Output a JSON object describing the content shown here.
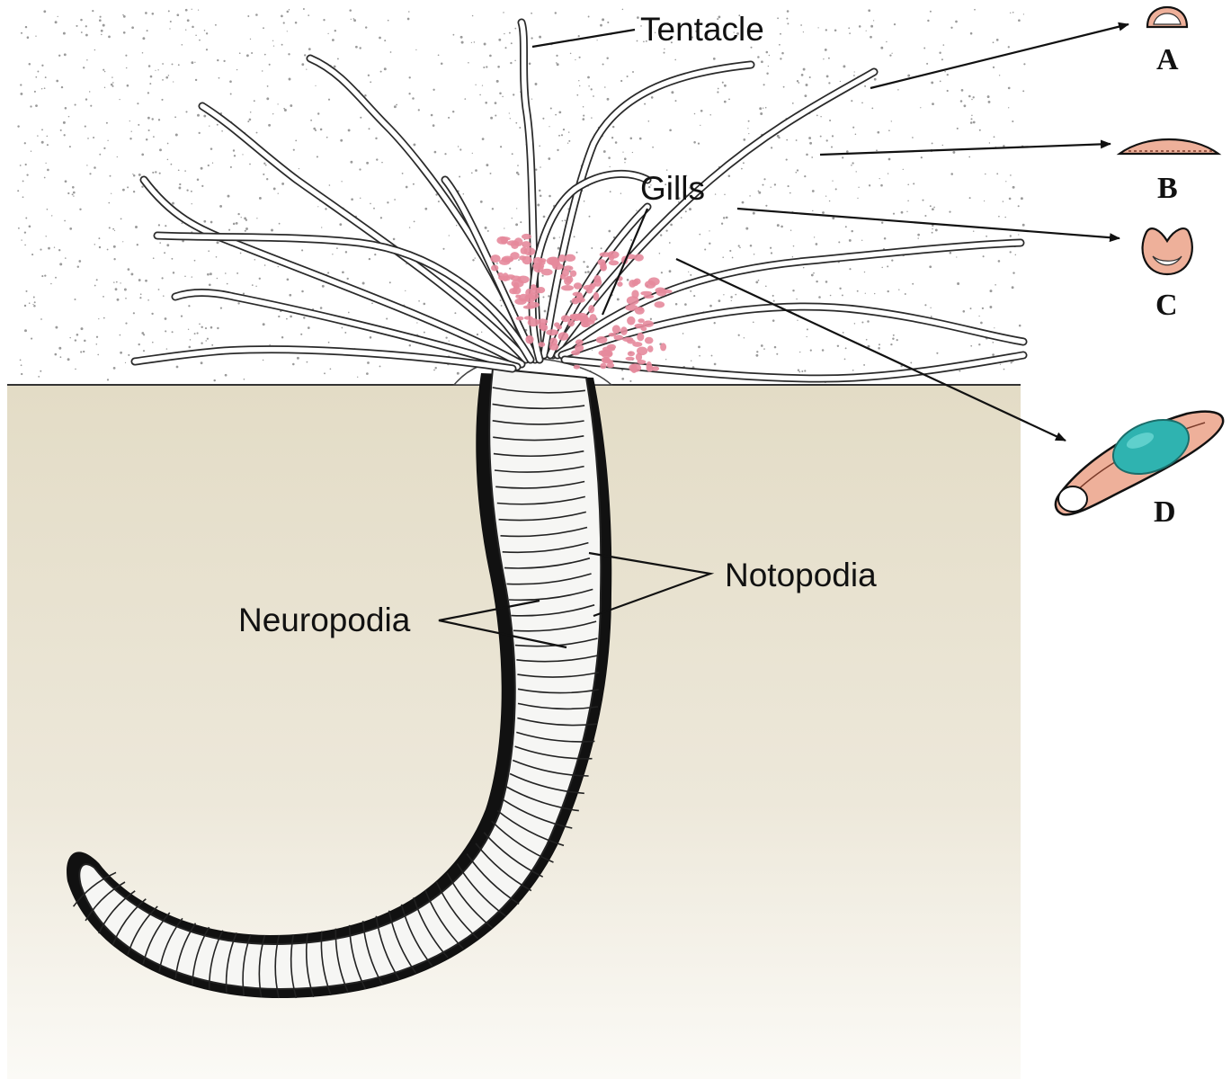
{
  "labels": {
    "tentacle": "Tentacle",
    "gills": "Gills",
    "notopodia": "Notopodia",
    "neuropodia": "Neuropodia"
  },
  "cross_sections": [
    {
      "letter": "A",
      "shape": "flat-dome"
    },
    {
      "letter": "B",
      "shape": "thin-flat"
    },
    {
      "letter": "C",
      "shape": "grooved"
    },
    {
      "letter": "D",
      "shape": "cut-tentacle-with-particle"
    }
  ],
  "colors": {
    "sediment": "#ebe6d6",
    "water_stipple": "#9a9a9a",
    "gills": "#e58a9c",
    "cross_section": "#eeb09a",
    "particle": "#2fb3b0",
    "outline": "#111111"
  }
}
